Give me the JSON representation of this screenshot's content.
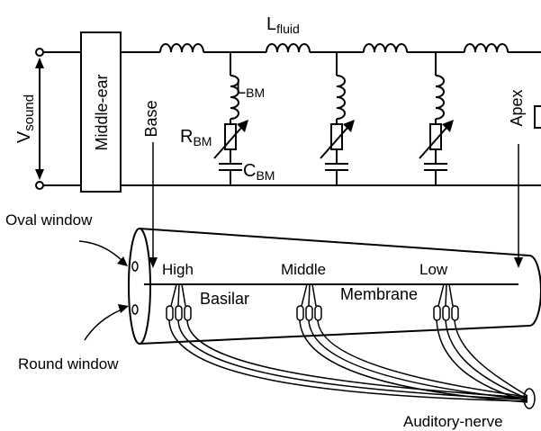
{
  "labels": {
    "v_sound_main": "V",
    "v_sound_sub": "sound",
    "middle_ear": "Middle-ear",
    "base": "Base",
    "apex": "Apex",
    "l_fluid_main": "L",
    "l_fluid_sub": "fluid",
    "l_bm_main": "L",
    "l_bm_sub": "BM",
    "r_bm_main": "R",
    "r_bm_sub": "BM",
    "c_bm_main": "C",
    "c_bm_sub": "BM",
    "oval_window": "Oval window",
    "round_window": "Round window",
    "high": "High",
    "middle": "Middle",
    "low": "Low",
    "basilar": "Basilar",
    "membrane": "Membrane",
    "auditory_nerve": "Auditory-nerve"
  }
}
